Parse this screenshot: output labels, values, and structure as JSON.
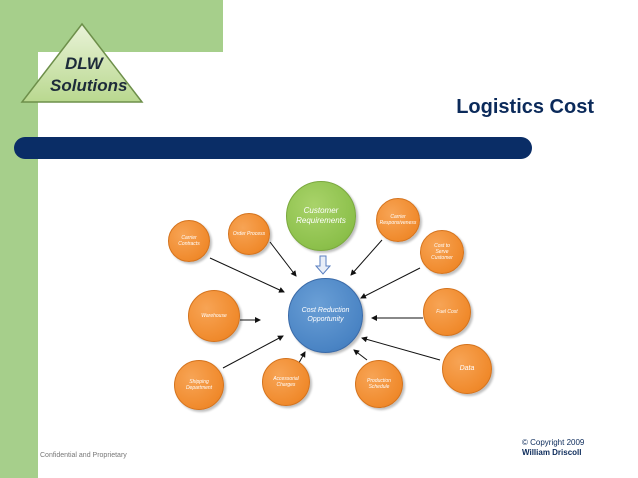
{
  "logo": {
    "line1": "DLW",
    "line2": "Solutions"
  },
  "slide": {
    "title": "Logistics Cost"
  },
  "diagram": {
    "center": "Cost Reduction\nOpportunity",
    "nodes": {
      "customer_requirements": "Customer\nRequirements",
      "carrier_responsiveness": "Carrier\nResponsiveness",
      "order_process": "Order Process",
      "carrier_contracts": "Carrier\nContracts",
      "cost_to_serve_customer": "Cost to\nServe\nCustomer",
      "warehouse": "Warehouse",
      "fuel_cost": "Fuel Cost",
      "shipping_department": "Shipping\nDepartment",
      "accessorial_charges": "Accessorial\nCharges",
      "production_schedule": "Production\nSchedule",
      "data": "Data"
    }
  },
  "footer": {
    "copyright_line1": "© Copyright 2009",
    "copyright_line2": "William Driscoll",
    "confidential": "Confidential and Proprietary"
  }
}
